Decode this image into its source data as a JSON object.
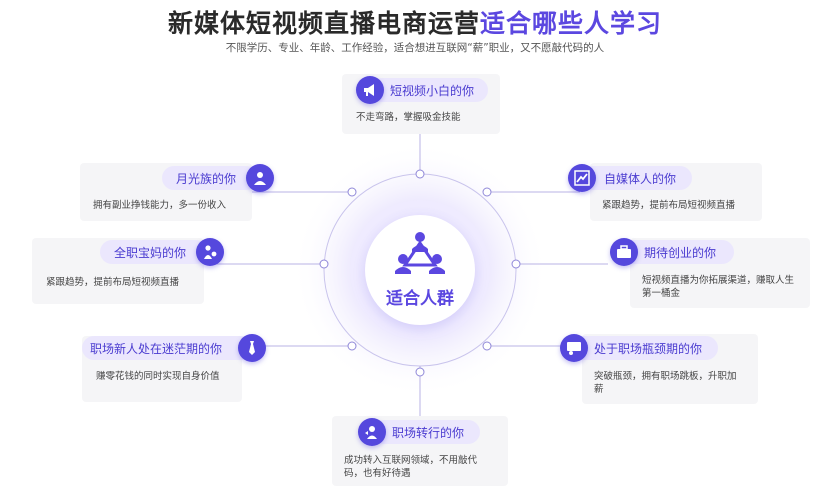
{
  "header": {
    "title_main": "新媒体短视频直播电商运营",
    "title_accent": "适合哪些人学习",
    "subtitle": "不限学历、专业、年龄、工作经验，适合想进互联网“薪”职业，又不愿敲代码的人"
  },
  "center": {
    "label": "适合人群",
    "icon": "group-network-icon"
  },
  "audiences": {
    "beginner": {
      "title": "短视频小白的你",
      "desc": "不走弯路，掌握吸金技能",
      "icon": "megaphone-icon"
    },
    "spender": {
      "title": "月光族的你",
      "desc": "拥有副业挣钱能力，多一份收入",
      "icon": "person-icon"
    },
    "mom": {
      "title": "全职宝妈的你",
      "desc": "紧跟趋势，提前布局短视频直播",
      "icon": "mother-baby-icon"
    },
    "newcomer": {
      "title": "职场新人处在迷茫期的你",
      "desc": "赚零花钱的同时实现自身价值",
      "icon": "tie-icon"
    },
    "transition": {
      "title": "职场转行的你",
      "desc": "成功转入互联网领域，不用敲代码，也有好待遇",
      "icon": "user-switch-icon"
    },
    "bottleneck": {
      "title": "处于职场瓶颈期的你",
      "desc": "突破瓶颈，拥有职场跳板，升职加薪",
      "icon": "presenter-icon"
    },
    "startup": {
      "title": "期待创业的你",
      "desc": "短视频直播为你拓展渠道，赚取人生第一桶金",
      "icon": "briefcase-icon"
    },
    "mediaPeople": {
      "title": "自媒体人的你",
      "desc": "紧跟趋势，提前布局短视频直播",
      "icon": "trend-chart-icon"
    }
  },
  "colors": {
    "accent": "#5b47e0",
    "icon_bg": "#5548dd",
    "pill_bg": "#ebe7fd",
    "card_bg": "#f5f5f7"
  }
}
